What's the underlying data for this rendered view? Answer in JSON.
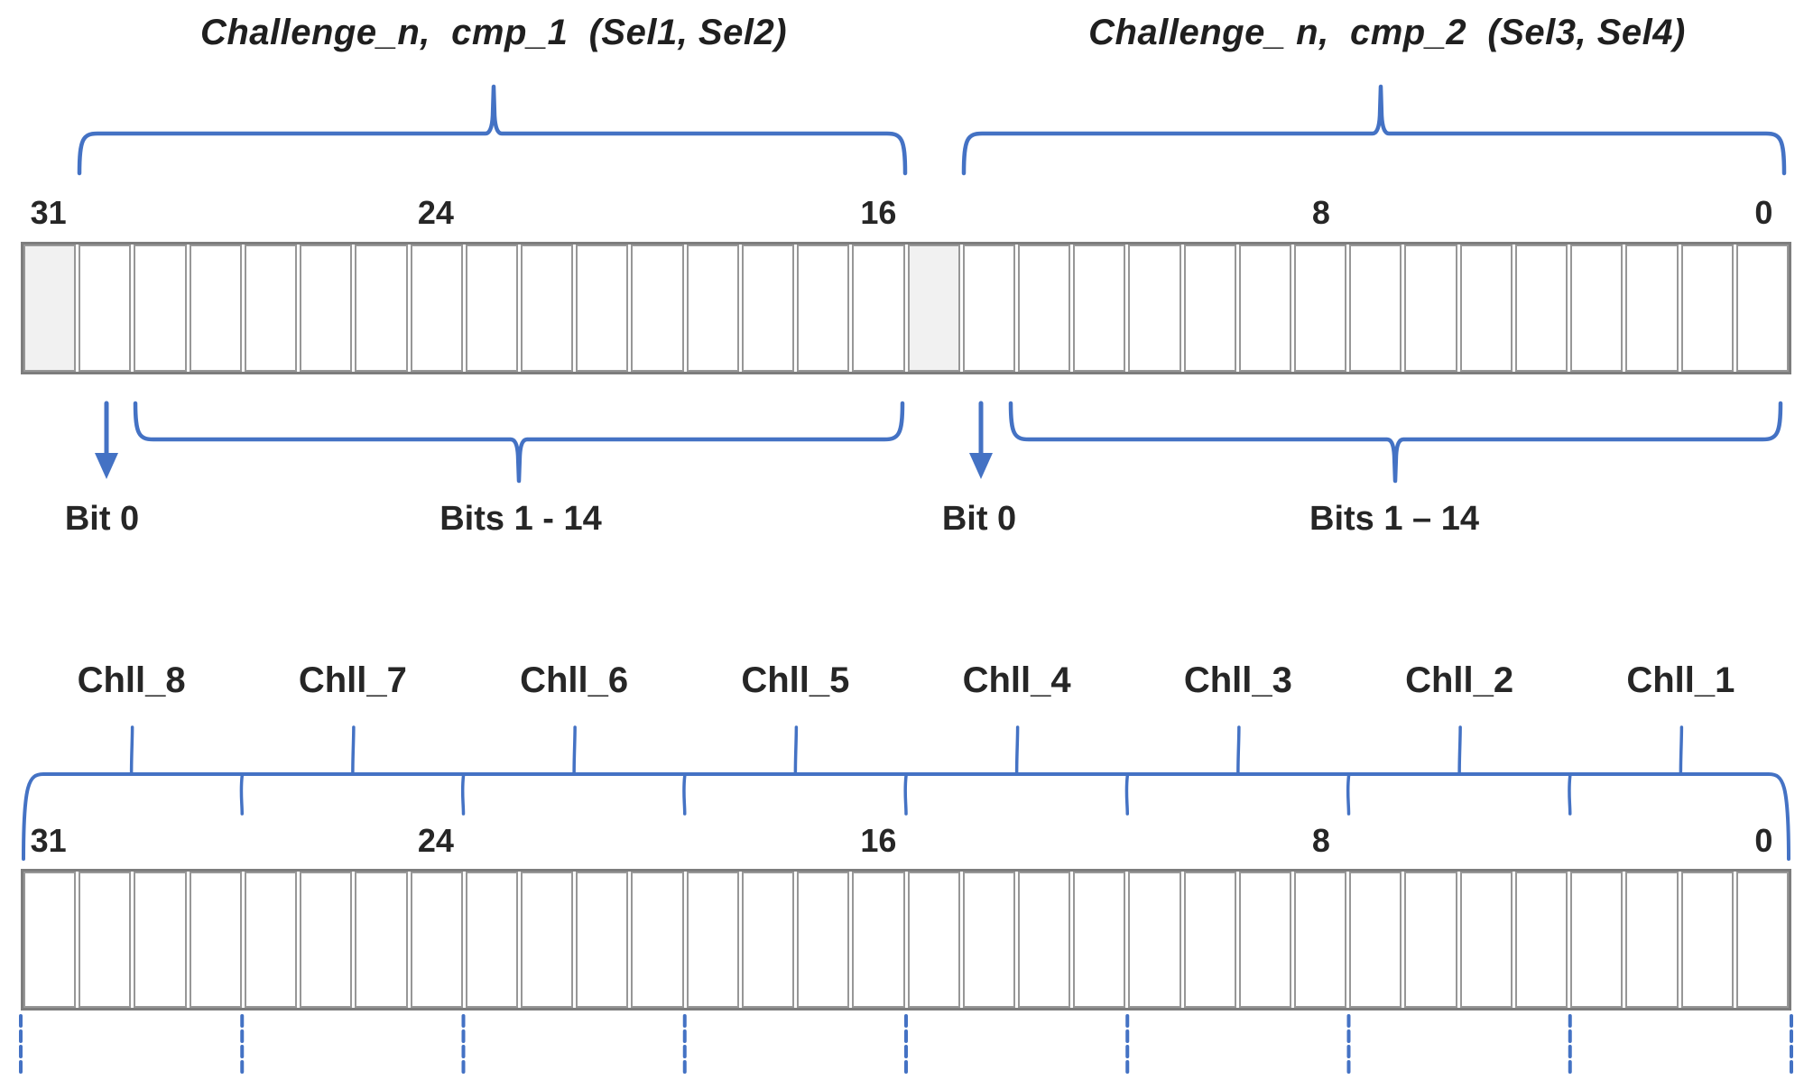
{
  "top": {
    "label_left": "Challenge_n,  cmp_1  (Sel1, Sel2)",
    "label_right": "Challenge_ n,  cmp_2  (Sel3, Sel4)"
  },
  "register1": {
    "bit_labels": [
      "31",
      "24",
      "16",
      "8",
      "0"
    ],
    "cell_count": 32,
    "shaded_bits": [
      31,
      15
    ]
  },
  "annotations": {
    "bit0_left": "Bit 0",
    "bits_left": "Bits 1 - 14",
    "bit0_right": "Bit 0",
    "bits_right": "Bits 1 – 14"
  },
  "chll": {
    "labels": [
      "Chll_8",
      "Chll_7",
      "Chll_6",
      "Chll_5",
      "Chll_4",
      "Chll_3",
      "Chll_2",
      "Chll_1"
    ]
  },
  "register2": {
    "bit_labels": [
      "31",
      "24",
      "16",
      "8",
      "0"
    ],
    "cell_count": 32,
    "shaded_bits": [],
    "dashed_line_count": 9
  },
  "colors": {
    "accent_blue": "#4472C4",
    "cell_border": "#979797",
    "shaded_cell": "#f1f1f1",
    "text": "#262626"
  }
}
